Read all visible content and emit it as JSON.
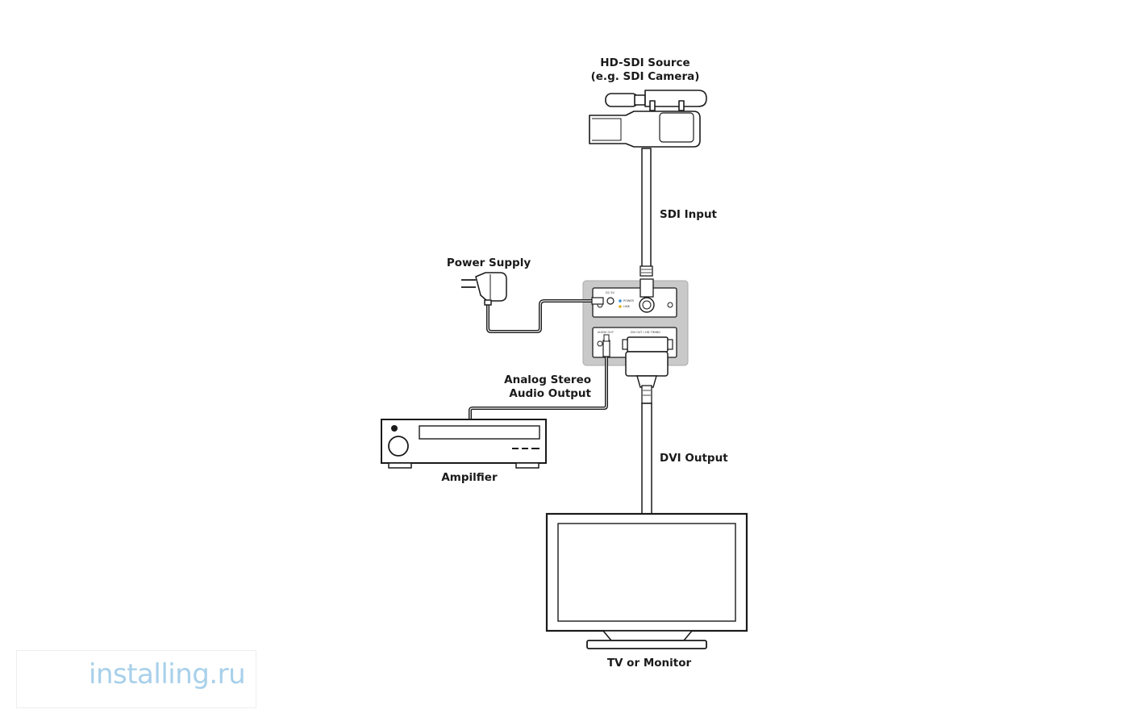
{
  "labels": {
    "source_line1": "HD-SDI Source",
    "source_line2": "(e.g. SDI Camera)",
    "sdi_input": "SDI Input",
    "power_supply": "Power Supply",
    "audio_line1": "Analog Stereo",
    "audio_line2": "Audio Output",
    "amplifier": "Ampilfier",
    "dvi_output": "DVI Output",
    "tv": "TV or Monitor"
  },
  "device_panel": {
    "dc_label": "DC 5V",
    "power_led": "POWER",
    "link_led": "LINK",
    "audio_out": "AUDIO OUT",
    "dvi_out": "DVI OUT / HD TIMING"
  },
  "watermark": {
    "text": "installing.ru"
  },
  "colors": {
    "line": "#1a1a1a",
    "cable_fill": "#ffffff",
    "device_shell": "#c9c9c9",
    "watermark": "#a8d0ea",
    "power_led": "#3a8fd8",
    "link_led": "#e0b020"
  }
}
